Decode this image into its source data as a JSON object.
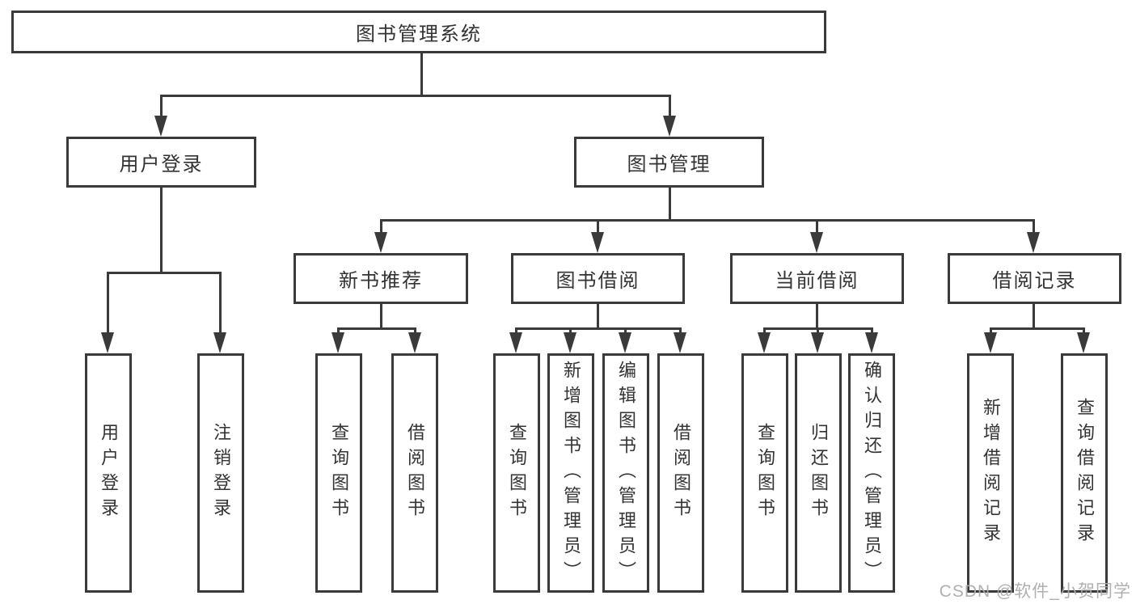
{
  "tree": {
    "root": {
      "label": "图书管理系统"
    },
    "branches": [
      {
        "label": "用户登录",
        "children": [
          {
            "label": "用户登录"
          },
          {
            "label": "注销登录"
          }
        ]
      },
      {
        "label": "图书管理",
        "groups": [
          {
            "label": "新书推荐",
            "children": [
              {
                "label": "查询图书"
              },
              {
                "label": "借阅图书"
              }
            ]
          },
          {
            "label": "图书借阅",
            "children": [
              {
                "label": "查询图书"
              },
              {
                "label": "新增图书（管理员）"
              },
              {
                "label": "编辑图书（管理员）"
              },
              {
                "label": "借阅图书"
              }
            ]
          },
          {
            "label": "当前借阅",
            "children": [
              {
                "label": "查询图书"
              },
              {
                "label": "归还图书"
              },
              {
                "label": "确认归还（管理员）"
              }
            ]
          },
          {
            "label": "借阅记录",
            "children": [
              {
                "label": "新增借阅记录"
              },
              {
                "label": "查询借阅记录"
              }
            ]
          }
        ]
      }
    ]
  },
  "watermark": "CSDN @软件_小贺同学",
  "colors": {
    "line": "#3a3a3a",
    "text": "#333333",
    "watermark": "#acacac",
    "background": "#ffffff"
  }
}
